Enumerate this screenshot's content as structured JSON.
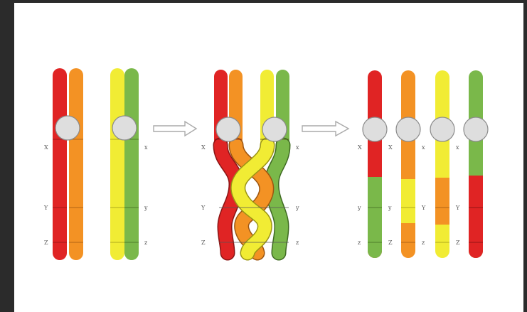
{
  "colors": {
    "red": "#e02424",
    "orange": "#f39224",
    "yellow": "#f1ec34",
    "green": "#7ab84a",
    "centromere": "#dedede",
    "arrow": "#bbbbbb",
    "band": "#7a7a7a"
  },
  "stages": [
    {
      "name": "homologous-pair",
      "labels": {
        "left": [
          "X",
          "Y",
          "Z"
        ],
        "right": [
          "x",
          "y",
          "z"
        ]
      }
    },
    {
      "name": "crossing-over",
      "labels": {
        "left": [
          "X",
          "Y",
          "Z"
        ],
        "right": [
          "x",
          "y",
          "z"
        ]
      }
    },
    {
      "name": "recombinant-chromatids",
      "labels": {
        "left": [
          "X",
          "y",
          "z"
        ],
        "mid1": [
          "X",
          "y",
          "Z"
        ],
        "mid2": [
          "x",
          "Y",
          "z"
        ],
        "right": [
          "x",
          "Y",
          "Z"
        ]
      }
    }
  ],
  "icons": [
    "right-arrow-icon",
    "right-arrow-icon"
  ]
}
